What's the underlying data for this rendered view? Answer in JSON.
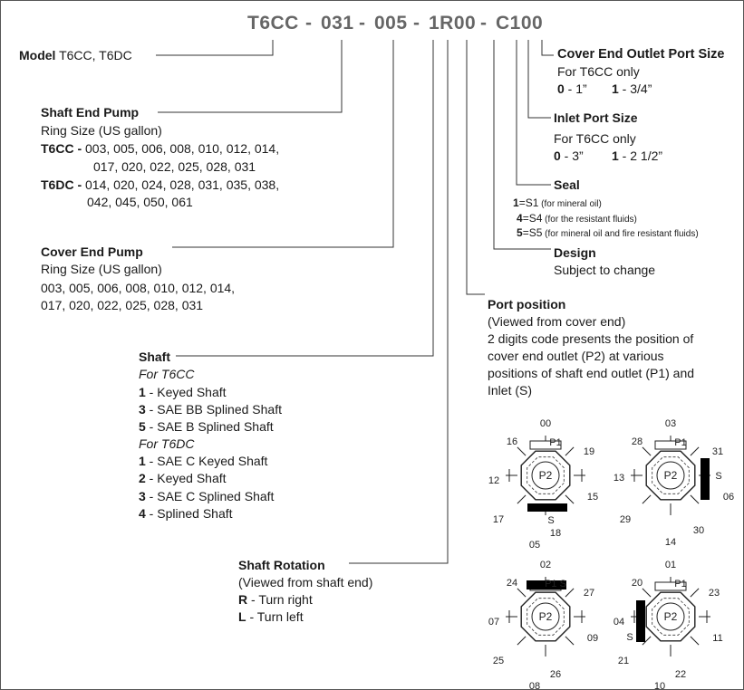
{
  "code": {
    "parts": [
      "T6CC",
      "031",
      "005",
      "1R00",
      "C100"
    ],
    "separator": "-"
  },
  "model": {
    "label": "Model",
    "value": "T6CC, T6DC"
  },
  "shaft_end_pump": {
    "title": "Shaft End Pump",
    "subtitle": "Ring Size (US gallon)",
    "t6cc_label": "T6CC -",
    "t6cc_line1": "003, 005, 006, 008, 010, 012, 014,",
    "t6cc_line2": "017, 020, 022, 025, 028, 031",
    "t6dc_label": "T6DC -",
    "t6dc_line1": "014, 020, 024, 028, 031, 035, 038,",
    "t6dc_line2": "042, 045, 050, 061"
  },
  "cover_end_pump": {
    "title": "Cover End Pump",
    "subtitle": "Ring Size (US gallon)",
    "line1": "003, 005, 006, 008, 010, 012, 014,",
    "line2": "017, 020, 022, 025, 028, 031"
  },
  "shaft": {
    "title": "Shaft",
    "t6cc_heading": "For T6CC",
    "t6cc_options": [
      {
        "code": "1",
        "text": " - Keyed Shaft"
      },
      {
        "code": "3",
        "text": " - SAE BB Splined Shaft"
      },
      {
        "code": "5",
        "text": " - SAE B Splined Shaft"
      }
    ],
    "t6dc_heading": "For T6DC",
    "t6dc_options": [
      {
        "code": "1",
        "text": " - SAE C Keyed Shaft"
      },
      {
        "code": "2",
        "text": " - Keyed Shaft"
      },
      {
        "code": "3",
        "text": " - SAE C Splined Shaft"
      },
      {
        "code": "4",
        "text": " - Splined Shaft"
      }
    ]
  },
  "shaft_rotation": {
    "title": "Shaft Rotation",
    "subtitle": "(Viewed from shaft end)",
    "options": [
      {
        "code": "R",
        "text": " - Turn right"
      },
      {
        "code": "L",
        "text": " - Turn left"
      }
    ]
  },
  "cover_outlet": {
    "title": "Cover End Outlet Port Size",
    "note": "For T6CC only",
    "opt1_code": "0",
    "opt1_text": " - 1”",
    "opt2_code": "1",
    "opt2_text": " - 3/4”"
  },
  "inlet_port": {
    "title": "Inlet Port Size",
    "note": "For T6CC only",
    "opt1_code": "0",
    "opt1_text": " - 3”",
    "opt2_code": "1",
    "opt2_text": " - 2 1/2”"
  },
  "seal": {
    "title": "Seal",
    "options": [
      {
        "code": "1",
        "text": "=S1",
        "note": " (for mineral oil)"
      },
      {
        "code": "4",
        "text": "=S4",
        "note": " (for the resistant fluids)"
      },
      {
        "code": "5",
        "text": "=S5",
        "note": " (for mineral oil and fire resistant fluids)"
      }
    ]
  },
  "design": {
    "title": "Design",
    "note": "Subject to change"
  },
  "port_position": {
    "title": "Port position",
    "lines": [
      "(Viewed from cover end)",
      "2 digits code presents the position of",
      "cover end outlet (P2) at various",
      "positions of shaft end outlet (P1) and",
      "Inlet (S)"
    ]
  },
  "port_diagrams": [
    {
      "p2": "P2",
      "p1": "P1",
      "s": "S",
      "labels": [
        "00",
        "16",
        "19",
        "12",
        "15",
        "17",
        "18",
        "05"
      ]
    },
    {
      "p2": "P2",
      "p1": "P1",
      "s": "S",
      "labels": [
        "03",
        "28",
        "31",
        "13",
        "06",
        "29",
        "30",
        "14"
      ]
    },
    {
      "p2": "P2",
      "p1": "P1 S",
      "labels": [
        "02",
        "24",
        "27",
        "07",
        "09",
        "25",
        "26",
        "08"
      ]
    },
    {
      "p2": "P2",
      "p1": "P1",
      "s": "S",
      "labels": [
        "01",
        "20",
        "23",
        "04",
        "11",
        "21",
        "22",
        "10"
      ]
    }
  ]
}
